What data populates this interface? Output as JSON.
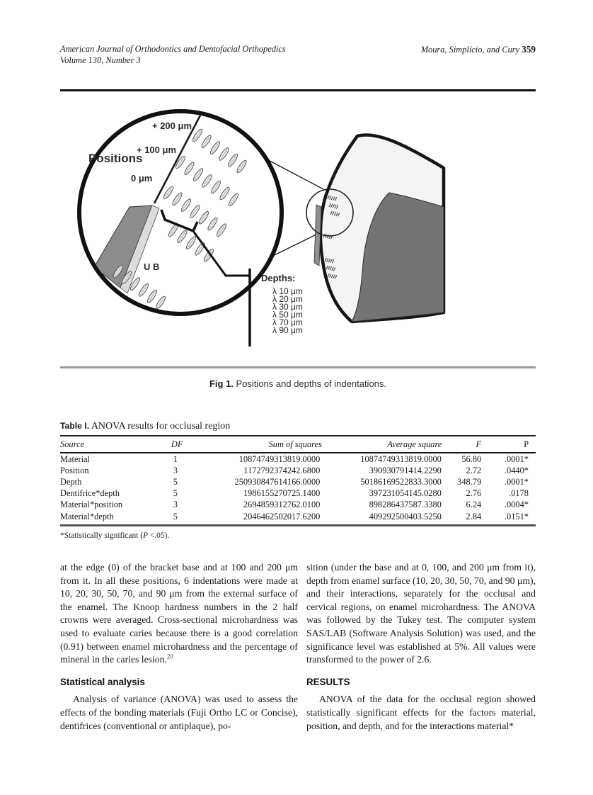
{
  "header": {
    "journal_line1": "American Journal of Orthodontics and Dentofacial Orthopedics",
    "journal_line2": "Volume 130, Number 3",
    "authors": "Moura, Simplício, and Cury",
    "page_number": "359"
  },
  "figure": {
    "labels": {
      "positions": "Positions",
      "pos_200": "+ 200 μm",
      "pos_100": "+ 100 μm",
      "pos_0": "0 μm",
      "ub": "U B",
      "depths_title": "Depths:"
    },
    "depths": [
      "λ 10 μm",
      "λ 20 μm",
      "λ 30 μm",
      "λ 50 μm",
      "λ 70 μm",
      "λ 90 μm"
    ],
    "caption": {
      "label": "Fig 1.",
      "text": " Positions and depths of indentations."
    }
  },
  "table": {
    "title_label": "Table I.",
    "title_text": " ANOVA results for occlusal region",
    "columns": [
      "Source",
      "DF",
      "Sum of squares",
      "Average square",
      "F",
      "P"
    ],
    "rows": [
      [
        "Material",
        "1",
        "10874749313819.0000",
        "10874749313819.0000",
        "56.80",
        ".0001*"
      ],
      [
        "Position",
        "3",
        "1172792374242.6800",
        "390930791414.2290",
        "2.72",
        ".0440*"
      ],
      [
        "Depth",
        "5",
        "250930847614166.0000",
        "50186169522833.3000",
        "348.79",
        ".0001*"
      ],
      [
        "Dentifrice*depth",
        "5",
        "1986155270725.1400",
        "397231054145.0280",
        "2.76",
        ".0178"
      ],
      [
        "Material*position",
        "3",
        "2694859312762.0100",
        "898286437587.3380",
        "6.24",
        ".0004*"
      ],
      [
        "Material*depth",
        "5",
        "2046462502017.6200",
        "409292500403.5250",
        "2.84",
        ".0151*"
      ]
    ],
    "footnote_pre": "*Statistically significant (",
    "footnote_italic": "P",
    "footnote_post": " <.05)."
  },
  "body": {
    "left_para1": "at the edge (0) of the bracket base and at 100 and 200 μm from it. In all these positions, 6 indentations were made at 10, 20, 30, 50, 70, and 90 μm from the external surface of the enamel. The Knoop hardness numbers in the 2 half crowns were averaged. Cross-sectional microhardness was used to evaluate caries because there is a good correlation (0.91) between enamel microhardness and the percentage of mineral in the caries lesion.",
    "left_ref": "20",
    "left_heading": "Statistical analysis",
    "left_para2": "Analysis of variance (ANOVA) was used to assess the effects of the bonding materials (Fuji Ortho LC or Concise), dentifrices (conventional or antiplaque), po-",
    "right_para1": "sition (under the base and at 0, 100, and 200 μm from it), depth from enamel surface (10, 20, 30, 50, 70, and 90 μm), and their interactions, separately for the occlusal and cervical regions, on enamel microhardness. The ANOVA was followed by the Tukey test. The computer system SAS/LAB (Software Analysis Solution) was used, and the significance level was established at 5%. All values were transformed to the power of 2.6.",
    "right_heading": "RESULTS",
    "right_para2": "ANOVA of the data for the occlusal region showed statistically significant effects for the factors material, position, and depth, and for the interactions material*"
  }
}
